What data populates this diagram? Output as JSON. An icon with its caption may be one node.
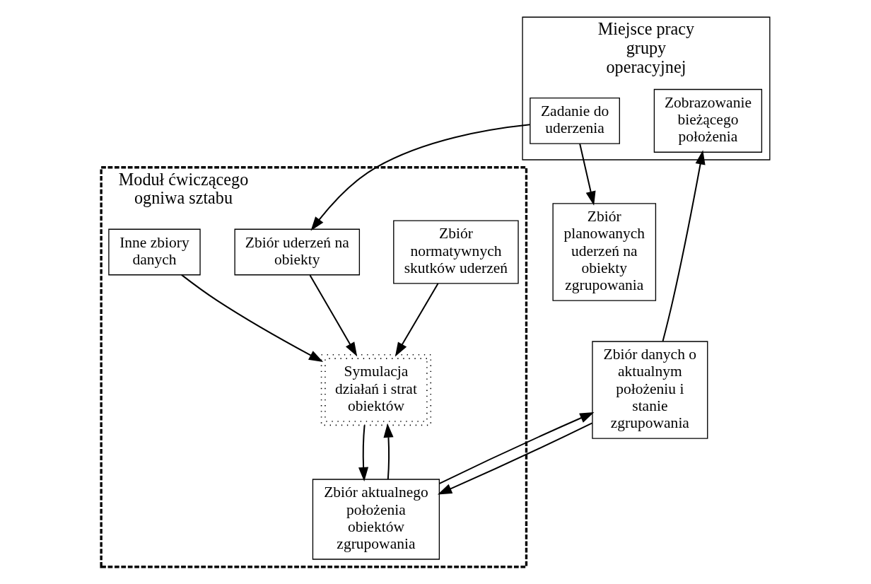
{
  "diagram": {
    "nodes": [
      {
        "text": [
          "Moduł ćwiczącego ogniwa sztabu"
        ]
      },
      {
        "text": [
          "Zbiór normatywnych skutków uderzeń"
        ],
        "in": 0
      },
      {
        "text": [
          "Zbiór uderzeń na obiekty"
        ],
        "in": 0
      },
      {
        "text": [
          "Symulacja działań i strat obiektów"
        ],
        "in": 0
      },
      {
        "text": [
          "Inne zbiory danych"
        ],
        "in": 0
      },
      {
        "text": [
          "Zbiór aktualnego położenia obiektów zgrupowania"
        ],
        "in": 0
      },
      {
        "text": [
          "Miejsce pracy grupy operacyjnej"
        ]
      },
      {
        "text": [
          "Zadanie do uderzenia"
        ],
        "in": 6
      },
      {
        "text": [
          "Zobrazowanie bieżącego położenia"
        ],
        "in": 6
      },
      {
        "text": [
          "Zbiór planowanych uderzeń na obiekty zgrupowania"
        ]
      },
      {
        "text": [
          "Zbiór danych o aktualnym położeniu i stanie zgrupowania"
        ]
      }
    ],
    "edges": [
      {
        "from": 1,
        "to": 3,
        "arrow": "to"
      },
      {
        "from": 2,
        "to": 3,
        "arrow": "to"
      },
      {
        "from": 3,
        "to": 5,
        "arrow": "to"
      },
      {
        "from": 5,
        "to": 3,
        "arrow": "to"
      },
      {
        "from": 4,
        "to": 3,
        "arrow": "to"
      },
      {
        "from": 7,
        "to": 2,
        "arrow": "to"
      },
      {
        "from": 7,
        "to": 9,
        "arrow": "to"
      },
      {
        "from": 5,
        "to": 10,
        "arrow": "to"
      },
      {
        "from": 10,
        "to": 5,
        "arrow": "to"
      },
      {
        "from": 10,
        "to": 8,
        "arrow": "to"
      }
    ]
  }
}
